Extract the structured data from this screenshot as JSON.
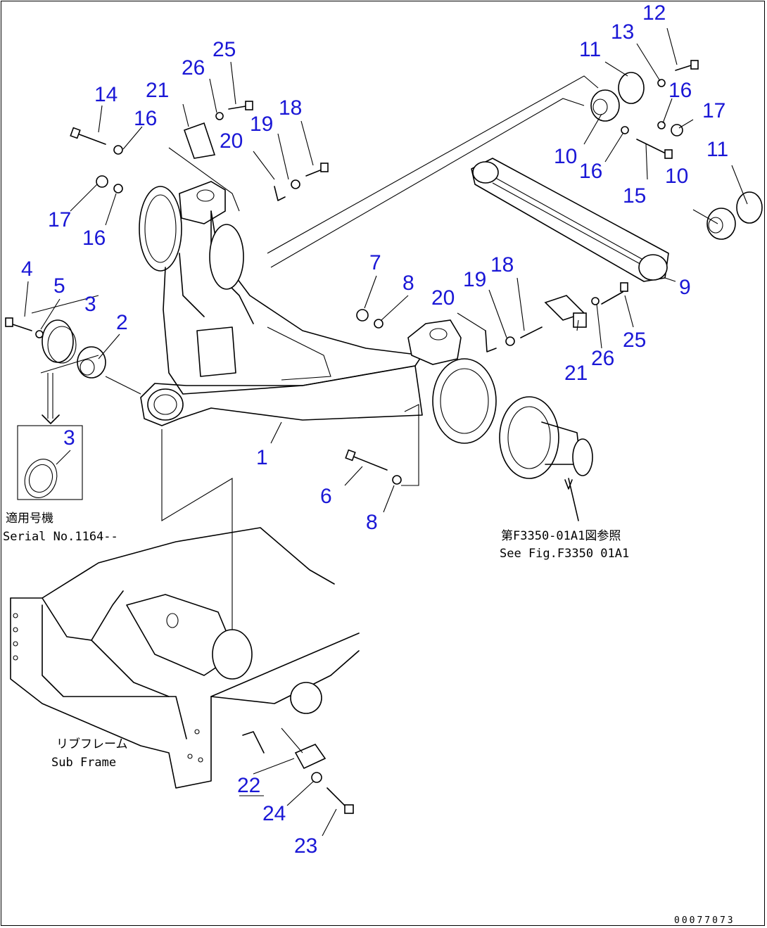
{
  "callouts": {
    "c1": "1",
    "c2": "2",
    "c3a": "3",
    "c3b": "3",
    "c4": "4",
    "c5": "5",
    "c6": "6",
    "c7": "7",
    "c8a": "8",
    "c8b": "8",
    "c9": "9",
    "c10a": "10",
    "c10b": "10",
    "c11a": "11",
    "c11b": "11",
    "c12": "12",
    "c13": "13",
    "c14": "14",
    "c15": "15",
    "c16a": "16",
    "c16b": "16",
    "c16c": "16",
    "c16d": "16",
    "c17a": "17",
    "c17b": "17",
    "c18a": "18",
    "c18b": "18",
    "c19a": "19",
    "c19b": "19",
    "c20a": "20",
    "c20b": "20",
    "c21a": "21",
    "c21b": "21",
    "c22": "22",
    "c23": "23",
    "c24": "24",
    "c25a": "25",
    "c25b": "25",
    "c26a": "26",
    "c26b": "26"
  },
  "notes": {
    "serial_jp": "適用号機",
    "serial_en": "Serial No.1164--",
    "fig_ref_jp": "第F3350-01A1図参照",
    "fig_ref_en": "See Fig.F3350 01A1",
    "subframe_jp": "リブフレーム",
    "subframe_en": "Sub Frame",
    "drawing_code": "00077073"
  }
}
